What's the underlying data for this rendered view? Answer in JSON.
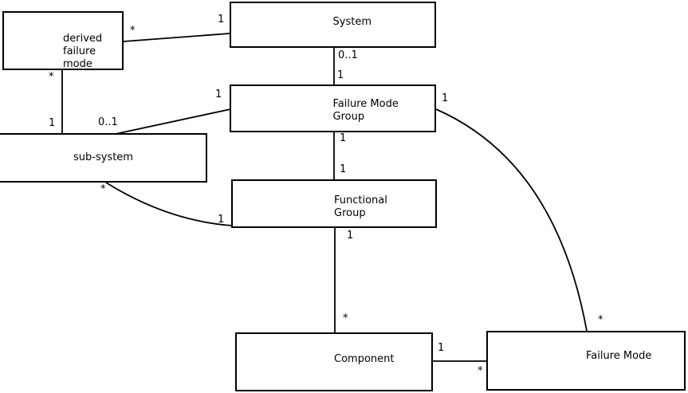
{
  "diagram": {
    "title": "failure-mode entity relationship diagram",
    "colors": {
      "background": "#ffffff",
      "line": "#000000",
      "text": "#000000"
    },
    "entities": [
      {
        "id": "derived-failure-mode",
        "label": "derived\nfailure\nmode"
      },
      {
        "id": "system",
        "label": "System"
      },
      {
        "id": "failure-mode-group",
        "label": "Failure Mode\nGroup"
      },
      {
        "id": "sub-system",
        "label": "sub-system"
      },
      {
        "id": "functional-group",
        "label": "Functional\nGroup"
      },
      {
        "id": "component",
        "label": "Component"
      },
      {
        "id": "failure-mode",
        "label": "Failure Mode"
      }
    ],
    "connectors": [
      {
        "from": "derived-failure-mode",
        "to": "system",
        "from_label": "*",
        "to_label": "1"
      },
      {
        "from": "derived-failure-mode",
        "to": "sub-system",
        "from_label": "*",
        "to_label": "1"
      },
      {
        "from": "system",
        "to": "failure-mode-group",
        "from_label": "0..1",
        "to_label": "1"
      },
      {
        "from": "sub-system",
        "to": "failure-mode-group",
        "from_label": "0..1",
        "to_label": "1"
      },
      {
        "from": "failure-mode-group",
        "to": "functional-group",
        "from_label": "1",
        "to_label": "1"
      },
      {
        "from": "sub-system",
        "to": "functional-group",
        "from_label": "*",
        "to_label": "1"
      },
      {
        "from": "functional-group",
        "to": "component",
        "from_label": "1",
        "to_label": "*"
      },
      {
        "from": "component",
        "to": "failure-mode",
        "from_label": "1",
        "to_label": "*"
      },
      {
        "from": "failure-mode-group",
        "to": "failure-mode",
        "from_label": "1",
        "to_label": "*"
      }
    ]
  }
}
